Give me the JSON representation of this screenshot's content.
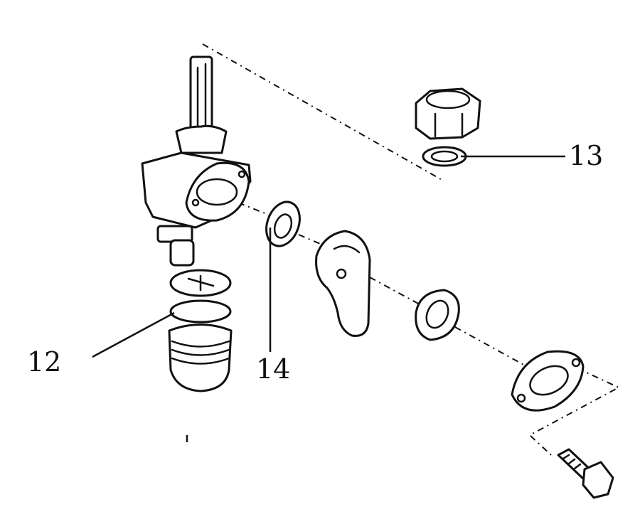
{
  "callouts": {
    "part_12": "12",
    "part_13": "13",
    "part_14": "14"
  },
  "colors": {
    "line": "#111111",
    "background": "#ffffff"
  }
}
